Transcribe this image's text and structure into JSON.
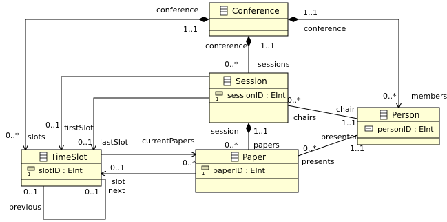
{
  "classes": {
    "conference": {
      "name": "Conference",
      "attribute": ""
    },
    "session": {
      "name": "Session",
      "attribute": "sessionID : EInt"
    },
    "person": {
      "name": "Person",
      "attribute": "personID : EInt"
    },
    "timeslot": {
      "name": "TimeSlot",
      "attribute": "slotID : EInt"
    },
    "paper": {
      "name": "Paper",
      "attribute": "paperID : EInt"
    }
  },
  "labels": {
    "conf_left_role": "conference",
    "conf_left_mult": "1..1",
    "conf_right_mult": "1..1",
    "conf_right_role": "conference",
    "conf_down_role": "conference",
    "conf_down_mult": "1..1",
    "sessions_mult": "0..*",
    "sessions_role": "sessions",
    "members_mult": "0..*",
    "members_role": "members",
    "slots_mult": "0..*",
    "slots_role": "slots",
    "firstslot_mult": "0..1",
    "firstslot_role": "firstSlot",
    "lastslot_mult": "0..1",
    "lastslot_role": "lastSlot",
    "chairs_mult": "0..*",
    "chair_role": "chair",
    "chairs_role": "chairs",
    "chair_mult": "1..1",
    "session_role": "session",
    "session_mult": "1..1",
    "papers_mult": "0..*",
    "papers_role": "papers",
    "currentpapers_role": "currentPapers",
    "currentpapers_mult": "0..*",
    "presenter_role": "presenter",
    "presents_mult": "0..*",
    "presenter_mult": "1..1",
    "presents_role": "presents",
    "slot_mult": "0..1",
    "slot_role": "slot",
    "next_role": "next",
    "next_mult": "0..1",
    "previous_mult": "0..1",
    "previous_role": "previous"
  }
}
